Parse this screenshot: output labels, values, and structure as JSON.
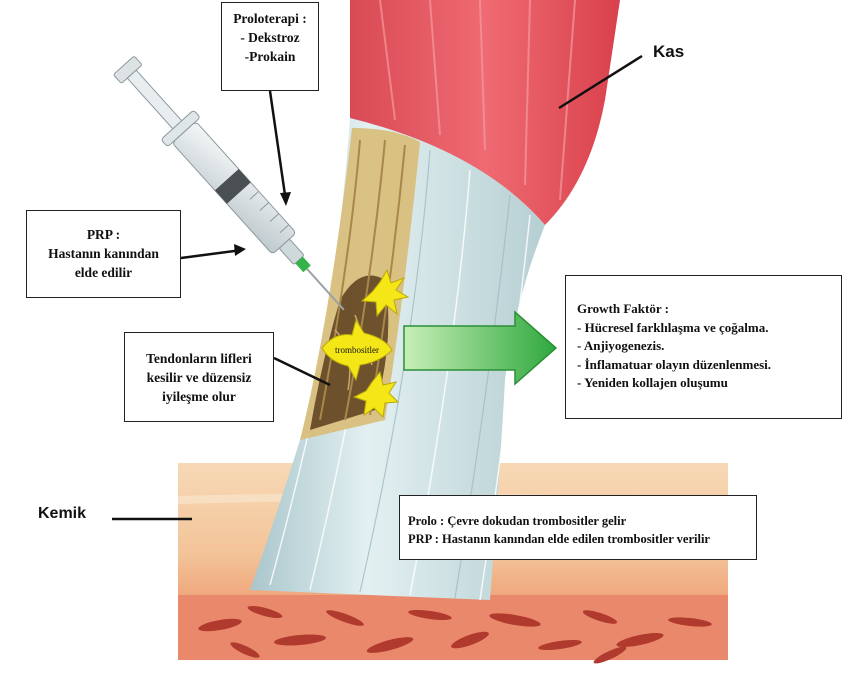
{
  "labels": {
    "kas": "Kas",
    "kemik": "Kemik",
    "trombositler": "trombositler"
  },
  "proloterapi_box": {
    "lines": [
      "Proloterapi :",
      "- Dekstroz",
      "-Prokain"
    ]
  },
  "prp_box": {
    "lines": [
      "PRP :",
      "Hastanın kanından",
      "elde edilir"
    ]
  },
  "tendon_box": {
    "lines": [
      "Tendonların lifleri",
      "kesilir  ve düzensiz",
      "iyileşme olur"
    ]
  },
  "growth_box": {
    "lines": [
      "Growth Faktör :",
      "- Hücresel farklılaşma ve çoğalma.",
      "- Anjiyogenezis.",
      "- İnflamatuar olayın düzenlenmesi.",
      "- Yeniden kollajen oluşumu"
    ]
  },
  "source_box": {
    "lines": [
      "Prolo : Çevre dokudan trombositler gelir",
      "PRP : Hastanın kanından elde edilen trombositler verilir"
    ]
  },
  "colors": {
    "muscle": "#e8505a",
    "tendon": "#c9dde0",
    "bone": "#f2c9a0",
    "marrow": "#b03a2e",
    "arrow": "#3cb44b",
    "platelet": "#f5e617"
  }
}
